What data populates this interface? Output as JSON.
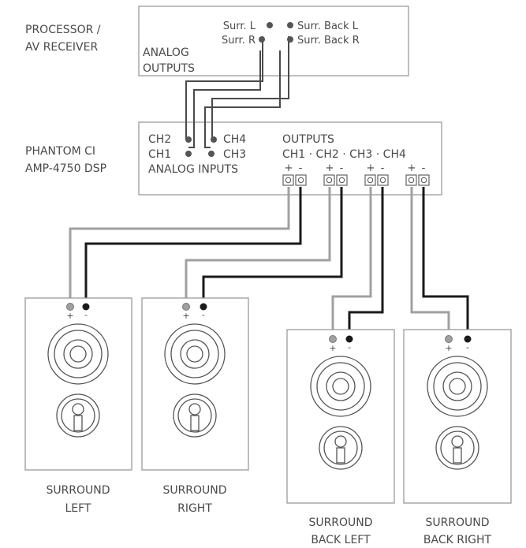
{
  "processor": {
    "label_line1": "PROCESSOR /",
    "label_line2": "AV RECEIVER",
    "outputs_line1": "ANALOG",
    "outputs_line2": "OUTPUTS",
    "ports": {
      "surr_l": "Surr. L",
      "surr_r": "Surr. R",
      "surr_back_l": "Surr. Back L",
      "surr_back_r": "Surr. Back R"
    }
  },
  "amplifier": {
    "label_line1": "PHANTOM CI",
    "label_line2": "AMP-4750 DSP",
    "inputs_label": "ANALOG INPUTS",
    "ch1": "CH1",
    "ch2": "CH2",
    "ch3": "CH3",
    "ch4": "CH4",
    "outputs_label": "OUTPUTS",
    "outputs_channels": "CH1 · CH2 · CH3 · CH4",
    "plus": "+",
    "minus": "-"
  },
  "speakers": {
    "surround_left": {
      "line1": "SURROUND",
      "line2": "LEFT"
    },
    "surround_right": {
      "line1": "SURROUND",
      "line2": "RIGHT"
    },
    "surround_back_left": {
      "line1": "SURROUND",
      "line2": "BACK LEFT"
    },
    "surround_back_right": {
      "line1": "SURROUND",
      "line2": "BACK RIGHT"
    },
    "plus": "+",
    "minus": "-"
  },
  "colors": {
    "positive_wire": "#a0a0a0",
    "negative_wire": "#1a1a1a",
    "text": "#4a4a4a"
  }
}
